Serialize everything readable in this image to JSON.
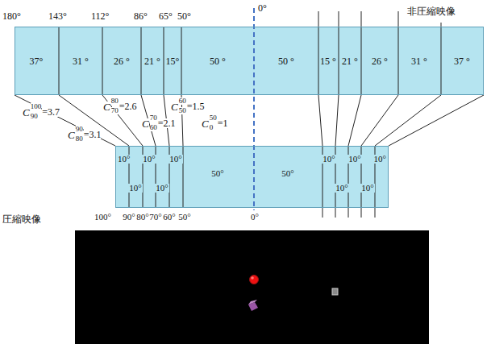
{
  "diagram": {
    "nodes": [
      {
        "text": [
          "37°",
          "31 °",
          "26 °",
          "21 °",
          "15°",
          "50 °",
          "50 °",
          "15 °",
          "21 °",
          "26 °",
          "31 °",
          "37 °"
        ]
      },
      {
        "text": [
          "10°",
          "10°",
          "10°",
          "10°",
          "10°",
          "50°",
          "50°",
          "10°",
          "10°",
          "10°",
          "10°",
          "10°"
        ]
      }
    ],
    "edges": [
      {
        "from": 0,
        "to": 1,
        "arrow": "none"
      },
      {
        "from": 0,
        "to": 1,
        "arrow": "none"
      },
      {
        "from": 0,
        "to": 1,
        "arrow": "none"
      },
      {
        "from": 0,
        "to": 1,
        "arrow": "none"
      },
      {
        "from": 0,
        "to": 1,
        "arrow": "none"
      },
      {
        "from": 0,
        "to": 1,
        "arrow": "none"
      },
      {
        "from": 0,
        "to": 1,
        "arrow": "none"
      },
      {
        "from": 0,
        "to": 1,
        "arrow": "none"
      },
      {
        "from": 0,
        "to": 1,
        "arrow": "none"
      },
      {
        "from": 0,
        "to": 1,
        "arrow": "none"
      },
      {
        "from": 0,
        "to": 1,
        "arrow": "none"
      },
      {
        "from": 0,
        "to": 1,
        "arrow": "none"
      }
    ],
    "labels": [
      "180°",
      "143°",
      "112°",
      "86°",
      "65°",
      "50°",
      "0°",
      "非圧縮映像",
      "C",
      "100",
      "90",
      "=3.7",
      "C",
      "90",
      "80",
      "=3.1",
      "C",
      "80",
      "70",
      "=2.6",
      "C",
      "70",
      "60",
      "=2.1",
      "C",
      "60",
      "50",
      "=1.5",
      "C",
      "50",
      "0",
      "=1",
      "100°",
      "90°",
      "80°",
      "70°",
      "60°",
      "50°",
      "0°",
      "圧縮映像"
    ]
  }
}
